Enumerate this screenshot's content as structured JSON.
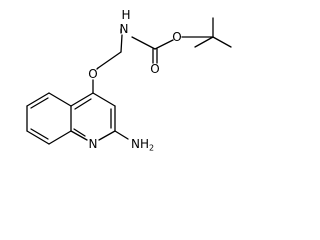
{
  "molecule": {
    "atoms": {
      "amide_n": "N",
      "amide_h": "H",
      "carbonyl_o": "O",
      "ester_o": "O",
      "ether_o": "O",
      "ring_n": "N",
      "amine": "NH",
      "amine_sub": "2"
    },
    "colors": {
      "bond": "#000000",
      "label": "#000000",
      "background": "#ffffff"
    }
  }
}
